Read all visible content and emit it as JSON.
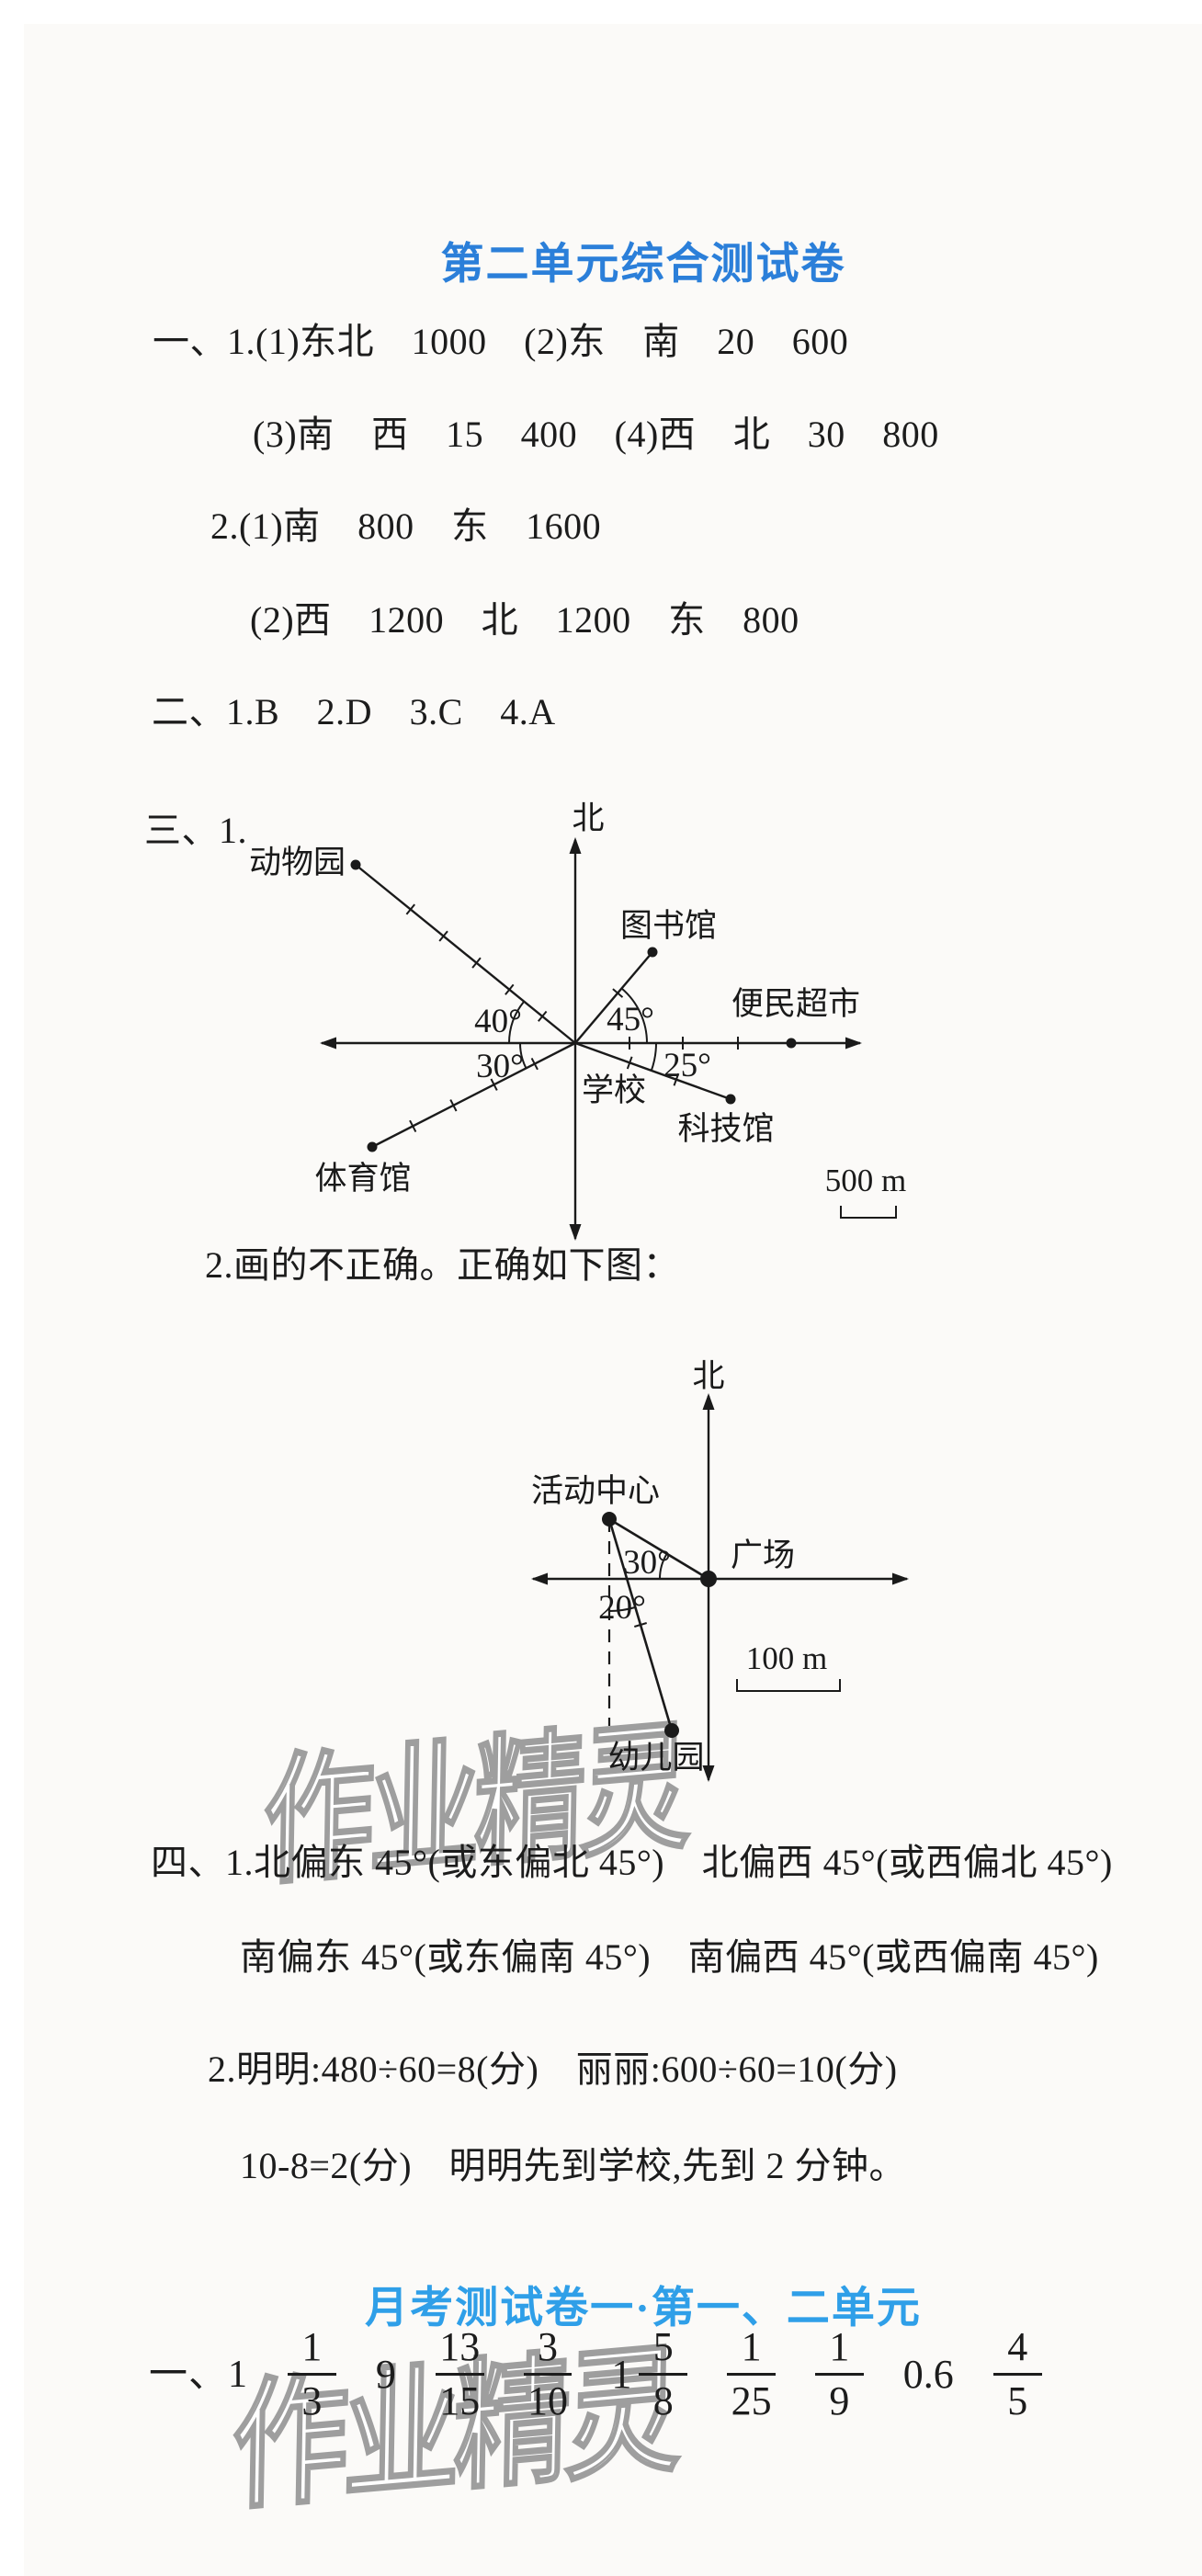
{
  "page": {
    "bg": "#fbfaf8",
    "text_color": "#1c1c1c",
    "blue1": "#2b7fd9",
    "blue2": "#2f9fe8",
    "watermark_stroke": "#9e9e9e"
  },
  "headers": {
    "unit2_title": "第二单元综合测试卷",
    "monthly_title": "月考测试卷一·第一、二单元"
  },
  "watermark": {
    "text": "作业精灵"
  },
  "section_one": {
    "line1": "一、1.(1)东北　1000　(2)东　南　20　600",
    "line2": "(3)南　西　15　400　(4)西　北　30　800",
    "line3": "2.(1)南　800　东　1600",
    "line4": "(2)西　1200　北　1200　东　800"
  },
  "section_two": {
    "line": "二、1.B　2.D　3.C　4.A"
  },
  "section_three": {
    "label": "三、1.",
    "note": "2.画的不正确。正确如下图："
  },
  "diagram1": {
    "north": "北",
    "center": "学校",
    "zoo": "动物园",
    "library": "图书馆",
    "market": "便民超市",
    "science": "科技馆",
    "gym": "体育馆",
    "angle_zoo": "40°",
    "angle_gym": "30°",
    "angle_library": "45°",
    "angle_science": "25°",
    "scale": "500 m"
  },
  "diagram2": {
    "north": "北",
    "center": "广场",
    "activity": "活动中心",
    "kindergarten": "幼儿园",
    "angle_activity": "30°",
    "angle_kindergarten": "20°",
    "scale": "100 m"
  },
  "section_four": {
    "line1": "四、1.北偏东 45°(或东偏北 45°)　北偏西 45°(或西偏北 45°)",
    "line2": "南偏东 45°(或东偏南 45°)　南偏西 45°(或西偏南 45°)",
    "line3": "2.明明:480÷60=8(分)　丽丽:600÷60=10(分)",
    "line4": "10-8=2(分)　明明先到学校,先到 2 分钟。"
  },
  "monthly": {
    "prefix": "一、1",
    "answers": [
      {
        "num": "1",
        "den": "3"
      },
      {
        "whole": "9"
      },
      {
        "num": "13",
        "den": "15"
      },
      {
        "num": "3",
        "den": "10"
      },
      {
        "whole": "1",
        "num": "5",
        "den": "8"
      },
      {
        "num": "1",
        "den": "25"
      },
      {
        "num": "1",
        "den": "9"
      },
      {
        "whole": "0.6"
      },
      {
        "num": "4",
        "den": "5"
      }
    ]
  }
}
